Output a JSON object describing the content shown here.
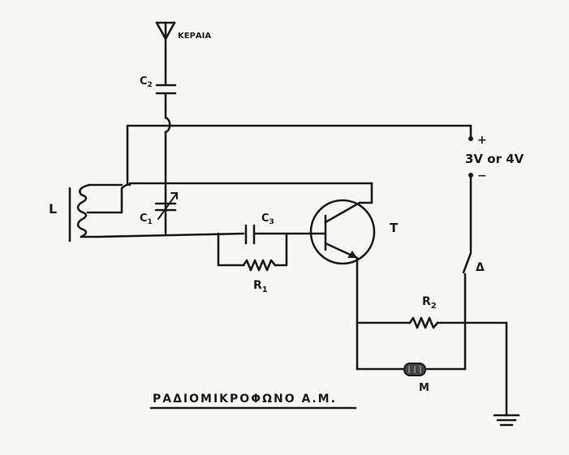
{
  "labels": {
    "antenna": "ΚΕΡΑΙΑ",
    "c2": "C",
    "c2_sub": "2",
    "c1": "C",
    "c1_sub": "1",
    "c3": "C",
    "c3_sub": "3",
    "r1": "R",
    "r1_sub": "1",
    "r2": "R",
    "r2_sub": "2",
    "inductor": "L",
    "transistor": "T",
    "microphone": "M",
    "switch": "Δ",
    "plus": "+",
    "minus": "−",
    "battery": "3V or 4V",
    "title": "ΡΑΔΙΟΜΙΚΡΟΦΩΝΟ Α.Μ."
  },
  "colors": {
    "ink": "#1a1a1a",
    "paper": "#f7f7f4"
  }
}
